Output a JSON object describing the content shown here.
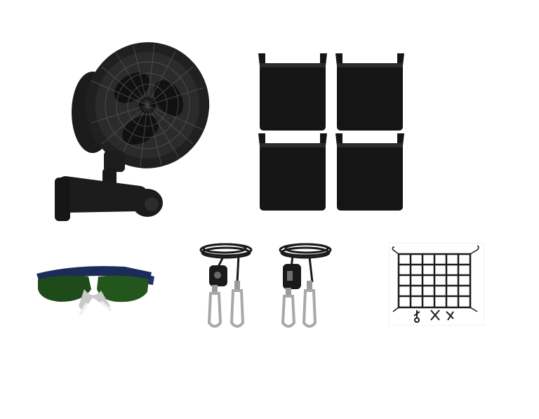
{
  "image": {
    "background": "#ffffff",
    "items": [
      {
        "name": "clip-on-fan",
        "count": 1,
        "color": "#1a1a1a"
      },
      {
        "name": "grow-bag",
        "count": 4,
        "color": "#161616"
      },
      {
        "name": "safety-glasses",
        "count": 1,
        "lens_color": "#1f4a1a",
        "frame_color": "#1c2c5a"
      },
      {
        "name": "rope-ratchet-hanger",
        "count": 2,
        "color": "#1a1a1a"
      },
      {
        "name": "trellis-net",
        "count": 1,
        "grid": "6x5",
        "color": "#1a1a1a"
      }
    ]
  }
}
